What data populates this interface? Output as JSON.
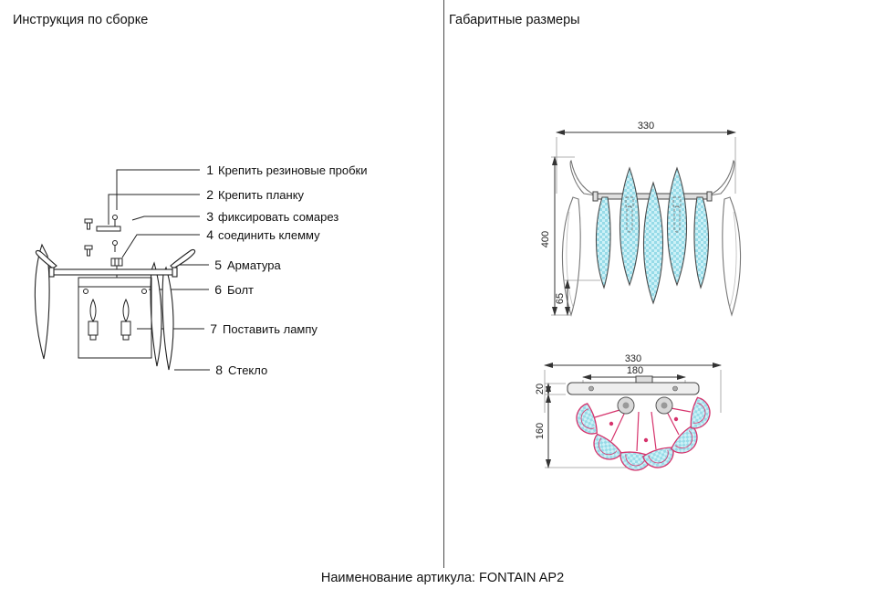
{
  "page": {
    "footer_label": "Наименование артикула: FONTAIN AP2"
  },
  "left_panel": {
    "title": "Инструкция по сборке",
    "callouts": [
      {
        "num": "1",
        "label": "Крепить резиновые пробки"
      },
      {
        "num": "2",
        "label": "Крепить планку"
      },
      {
        "num": "3",
        "label": "фиксировать сомарез"
      },
      {
        "num": "4",
        "label": "соединить клемму"
      },
      {
        "num": "5",
        "label": "Арматура"
      },
      {
        "num": "6",
        "label": "Болт"
      },
      {
        "num": "7",
        "label": "Поставить лампу"
      },
      {
        "num": "8",
        "label": "Стекло"
      }
    ]
  },
  "right_panel": {
    "title": "Габаритные размеры",
    "front_view": {
      "width_mm": "330",
      "height_mm": "400",
      "bottom_mm": "65"
    },
    "top_view": {
      "width_mm": "330",
      "plate_mm": "180",
      "depth_small_mm": "20",
      "depth_mm": "160"
    }
  },
  "colors": {
    "glass": "#97dbe8",
    "glass_alt": "#cdf1f7",
    "outline_red": "#d6336c"
  }
}
